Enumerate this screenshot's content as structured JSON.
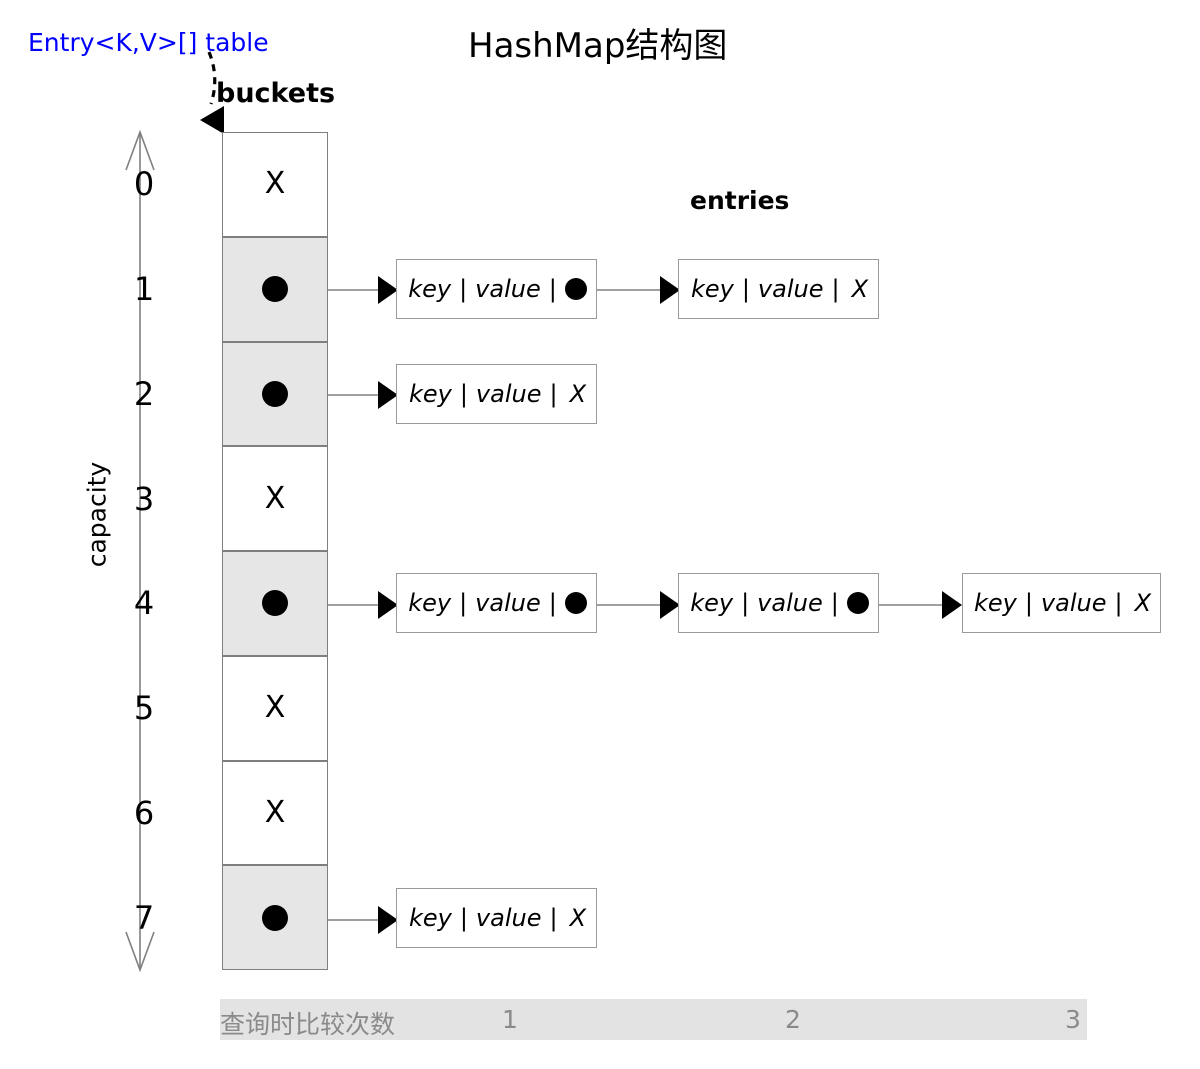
{
  "diagram": {
    "title": "HashMap结构图",
    "table_label": "Entry<K,V>[] table",
    "buckets_label": "buckets",
    "entries_label": "entries",
    "capacity_label": "capacity",
    "colors": {
      "table_label": "#0000ff",
      "filled_cell_bg": "#e6e6e6",
      "empty_cell_bg": "#ffffff",
      "cell_border": "#7f7f7f",
      "entry_border": "#9a9a9a",
      "footer_bg": "#e3e3e3",
      "footer_text": "#8a8a8a",
      "ink": "#000000"
    }
  },
  "buckets": [
    {
      "index": "0",
      "state": "empty",
      "mark": "X"
    },
    {
      "index": "1",
      "state": "filled",
      "mark": "●"
    },
    {
      "index": "2",
      "state": "filled",
      "mark": "●"
    },
    {
      "index": "3",
      "state": "empty",
      "mark": "X"
    },
    {
      "index": "4",
      "state": "filled",
      "mark": "●"
    },
    {
      "index": "5",
      "state": "empty",
      "mark": "X"
    },
    {
      "index": "6",
      "state": "empty",
      "mark": "X"
    },
    {
      "index": "7",
      "state": "filled",
      "mark": "●"
    }
  ],
  "entry_text": {
    "key": "key",
    "value": "value",
    "separator": "|",
    "next_dot": "●",
    "next_null": "X"
  },
  "chains": [
    {
      "bucket": "1",
      "entries": [
        {
          "key": "key",
          "value": "value",
          "next": "dot"
        },
        {
          "key": "key",
          "value": "value",
          "next": "null"
        }
      ]
    },
    {
      "bucket": "2",
      "entries": [
        {
          "key": "key",
          "value": "value",
          "next": "null"
        }
      ]
    },
    {
      "bucket": "4",
      "entries": [
        {
          "key": "key",
          "value": "value",
          "next": "dot"
        },
        {
          "key": "key",
          "value": "value",
          "next": "dot"
        },
        {
          "key": "key",
          "value": "value",
          "next": "null"
        }
      ]
    },
    {
      "bucket": "7",
      "entries": [
        {
          "key": "key",
          "value": "value",
          "next": "null"
        }
      ]
    }
  ],
  "footer": {
    "label": "查询时比较次数",
    "counts": [
      "1",
      "2",
      "3"
    ]
  }
}
